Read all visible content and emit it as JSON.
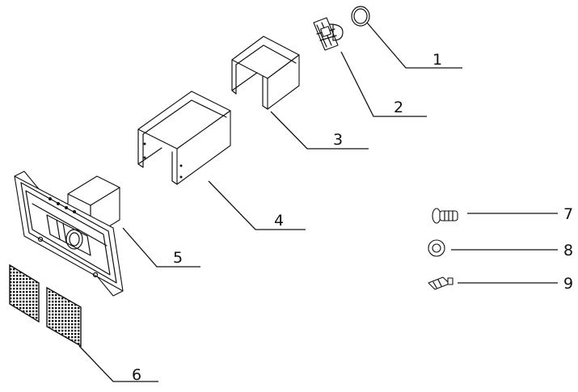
{
  "callouts": [
    {
      "id": "1",
      "label": "1",
      "icon": "ring-icon"
    },
    {
      "id": "2",
      "label": "2",
      "icon": "flange-connector-icon"
    },
    {
      "id": "3",
      "label": "3",
      "icon": "upper-chimney-cover-icon"
    },
    {
      "id": "4",
      "label": "4",
      "icon": "lower-chimney-cover-icon"
    },
    {
      "id": "5",
      "label": "5",
      "icon": "hood-body-icon"
    },
    {
      "id": "6",
      "label": "6",
      "icon": "grease-filter-icon"
    },
    {
      "id": "7",
      "label": "7",
      "icon": "screw-icon"
    },
    {
      "id": "8",
      "label": "8",
      "icon": "washer-icon"
    },
    {
      "id": "9",
      "label": "9",
      "icon": "wall-plug-icon"
    }
  ],
  "colors": {
    "line": "#111111",
    "background": "#ffffff"
  }
}
